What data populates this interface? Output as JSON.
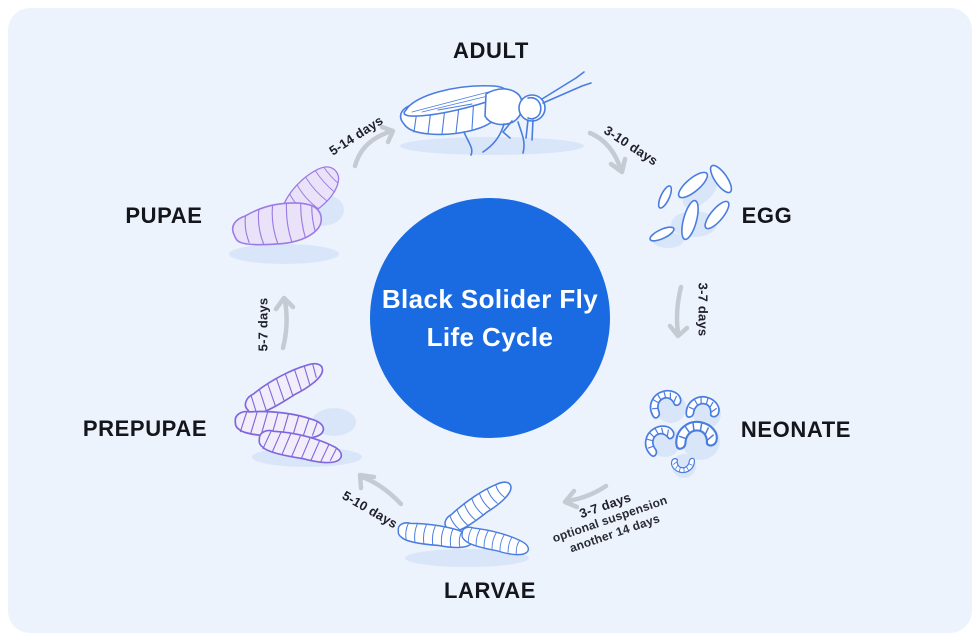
{
  "diagram": {
    "center": {
      "title_line1": "Black Solider Fly",
      "title_line2": "Life Cycle"
    }
  },
  "stages": [
    {
      "id": "adult",
      "label": "ADULT",
      "illustration": "adult-fly-illustration"
    },
    {
      "id": "egg",
      "label": "EGG",
      "illustration": "egg-cluster-illustration"
    },
    {
      "id": "neonate",
      "label": "NEONATE",
      "illustration": "neonate-cluster-illustration"
    },
    {
      "id": "larvae",
      "label": "LARVAE",
      "illustration": "larvae-illustration"
    },
    {
      "id": "prepupae",
      "label": "PREPUPAE",
      "illustration": "prepupae-illustration"
    },
    {
      "id": "pupae",
      "label": "PUPAE",
      "illustration": "pupae-illustration"
    }
  ],
  "transitions": [
    {
      "from": "pupae",
      "to": "adult",
      "duration": "5-14 days"
    },
    {
      "from": "adult",
      "to": "egg",
      "duration": "3-10 days"
    },
    {
      "from": "egg",
      "to": "neonate",
      "duration": "3-7 days"
    },
    {
      "from": "neonate",
      "to": "larvae",
      "duration": "3-7 days",
      "note_line1": "optional suspension",
      "note_line2": "another 14 days"
    },
    {
      "from": "larvae",
      "to": "prepupae",
      "duration": "5-10 days"
    },
    {
      "from": "prepupae",
      "to": "pupae",
      "duration": "5-7 days"
    }
  ],
  "colors": {
    "page_background": "#ffffff",
    "panel_background": "#edf3fc",
    "center_circle": "#1a6be2",
    "title_text": "#ffffff",
    "stage_label_text": "#15151c",
    "duration_text": "#20202a",
    "arrow": "#c6cad3",
    "blue_lineart": "#4a7de0",
    "blue_shadow": "#d9e6fa",
    "purple_lineart": "#7f68dc",
    "purple_fill": "#f1edfb",
    "pupae_outline": "#9b7ce4",
    "pupae_fill": "#eae2f8"
  }
}
